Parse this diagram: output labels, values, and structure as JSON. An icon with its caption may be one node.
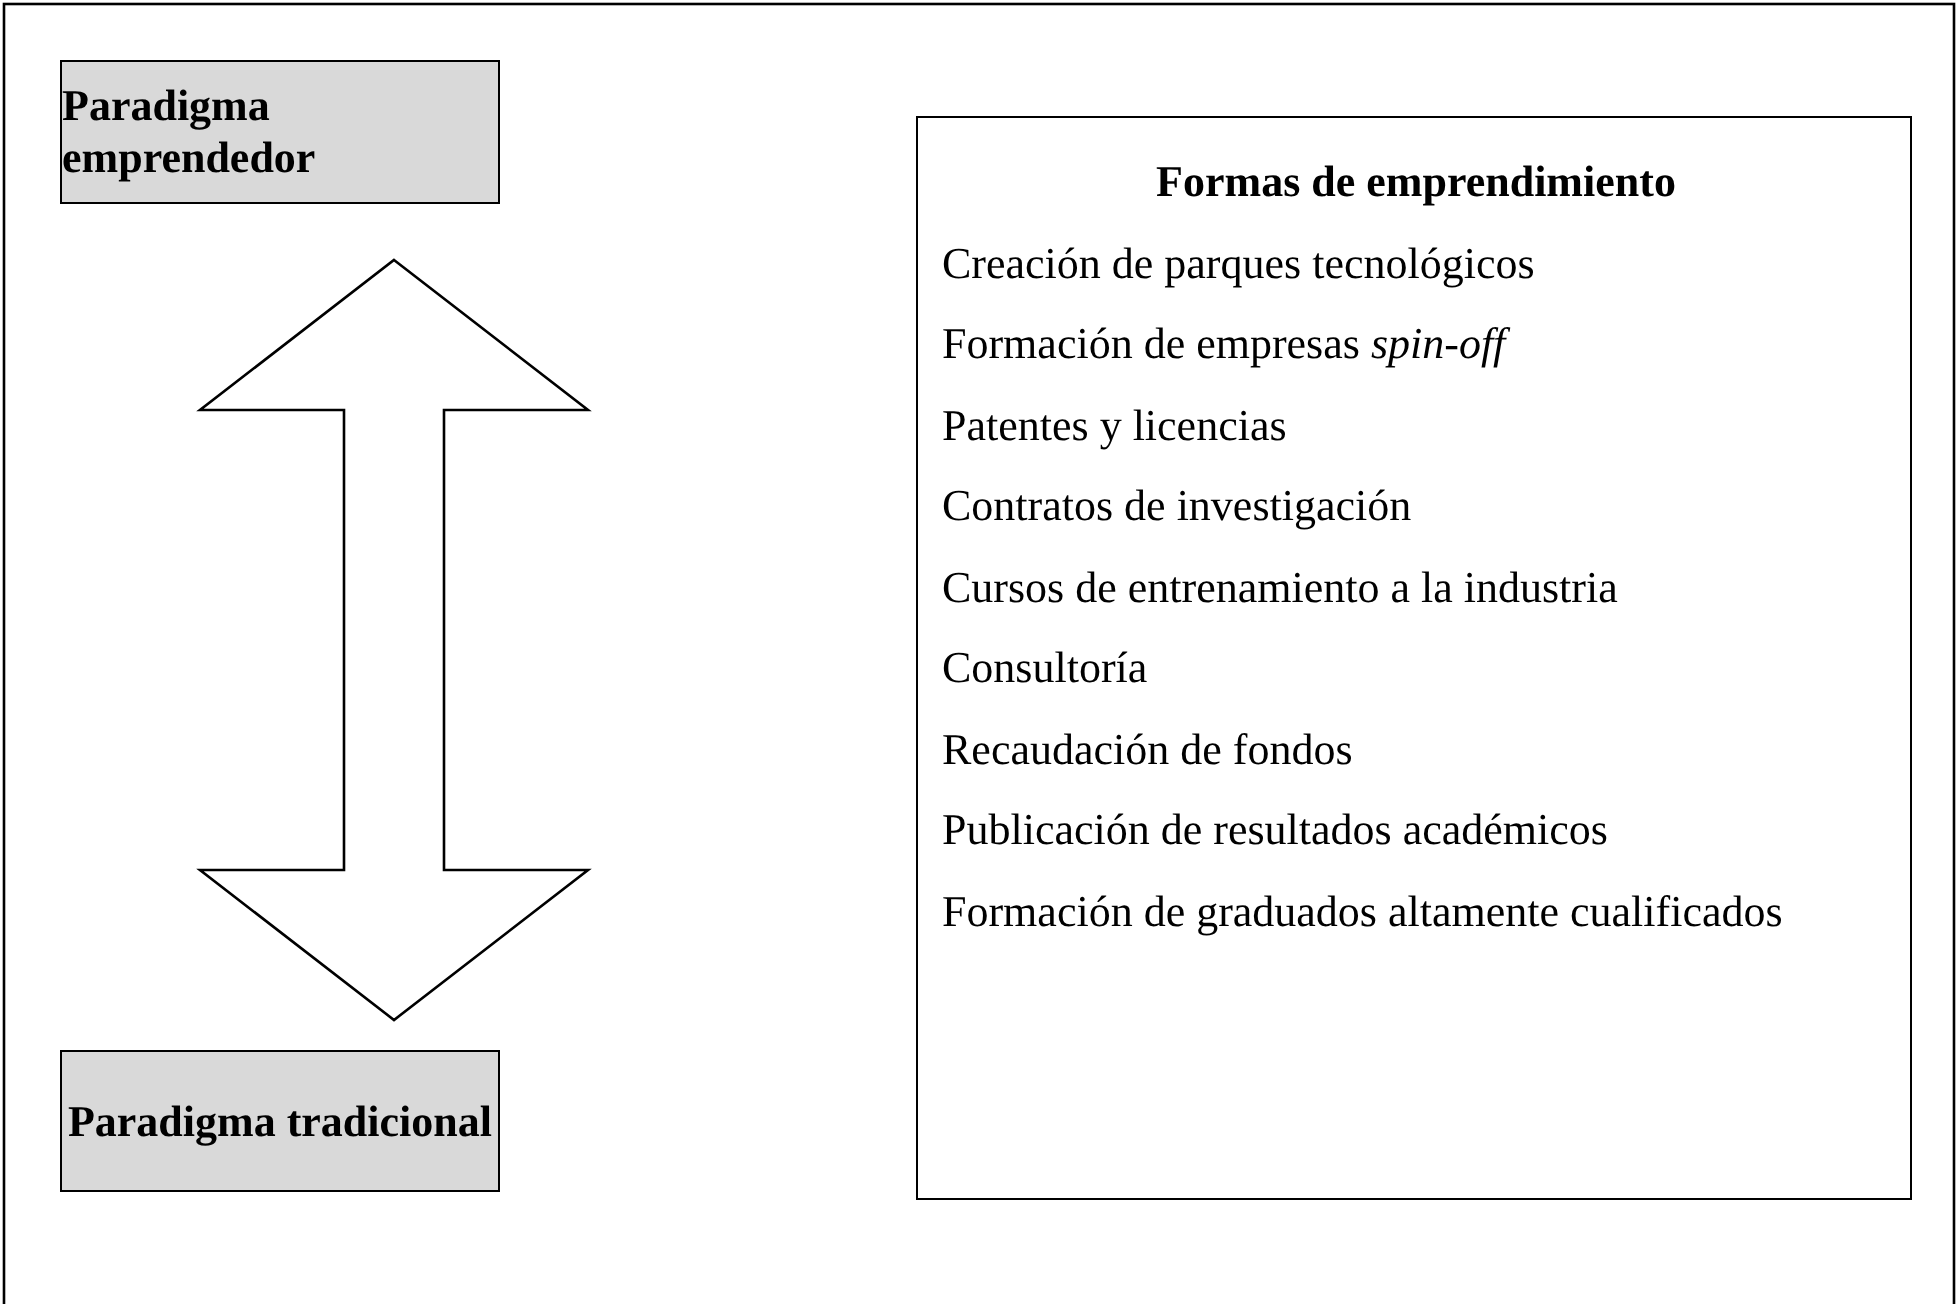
{
  "diagram": {
    "nodes": [
      {
        "text": [
          "Paradigma emprendedor"
        ]
      },
      {
        "text": [
          "Paradigma tradicional"
        ]
      },
      {
        "text": [
          "Formas de emprendimiento",
          "Creación de parques tecnológicos",
          "Formación de empresas *spin-off*",
          "Patentes y licencias",
          "Contratos de investigación",
          "Cursos de entrenamiento a la industria",
          "Consultoría",
          "Recaudación de fondos",
          "Publicación de resultados académicos",
          "Formación de graduados altamente cualificados"
        ]
      }
    ],
    "edges": [
      {
        "from": 0,
        "to": 1,
        "arrow": "both"
      }
    ]
  }
}
